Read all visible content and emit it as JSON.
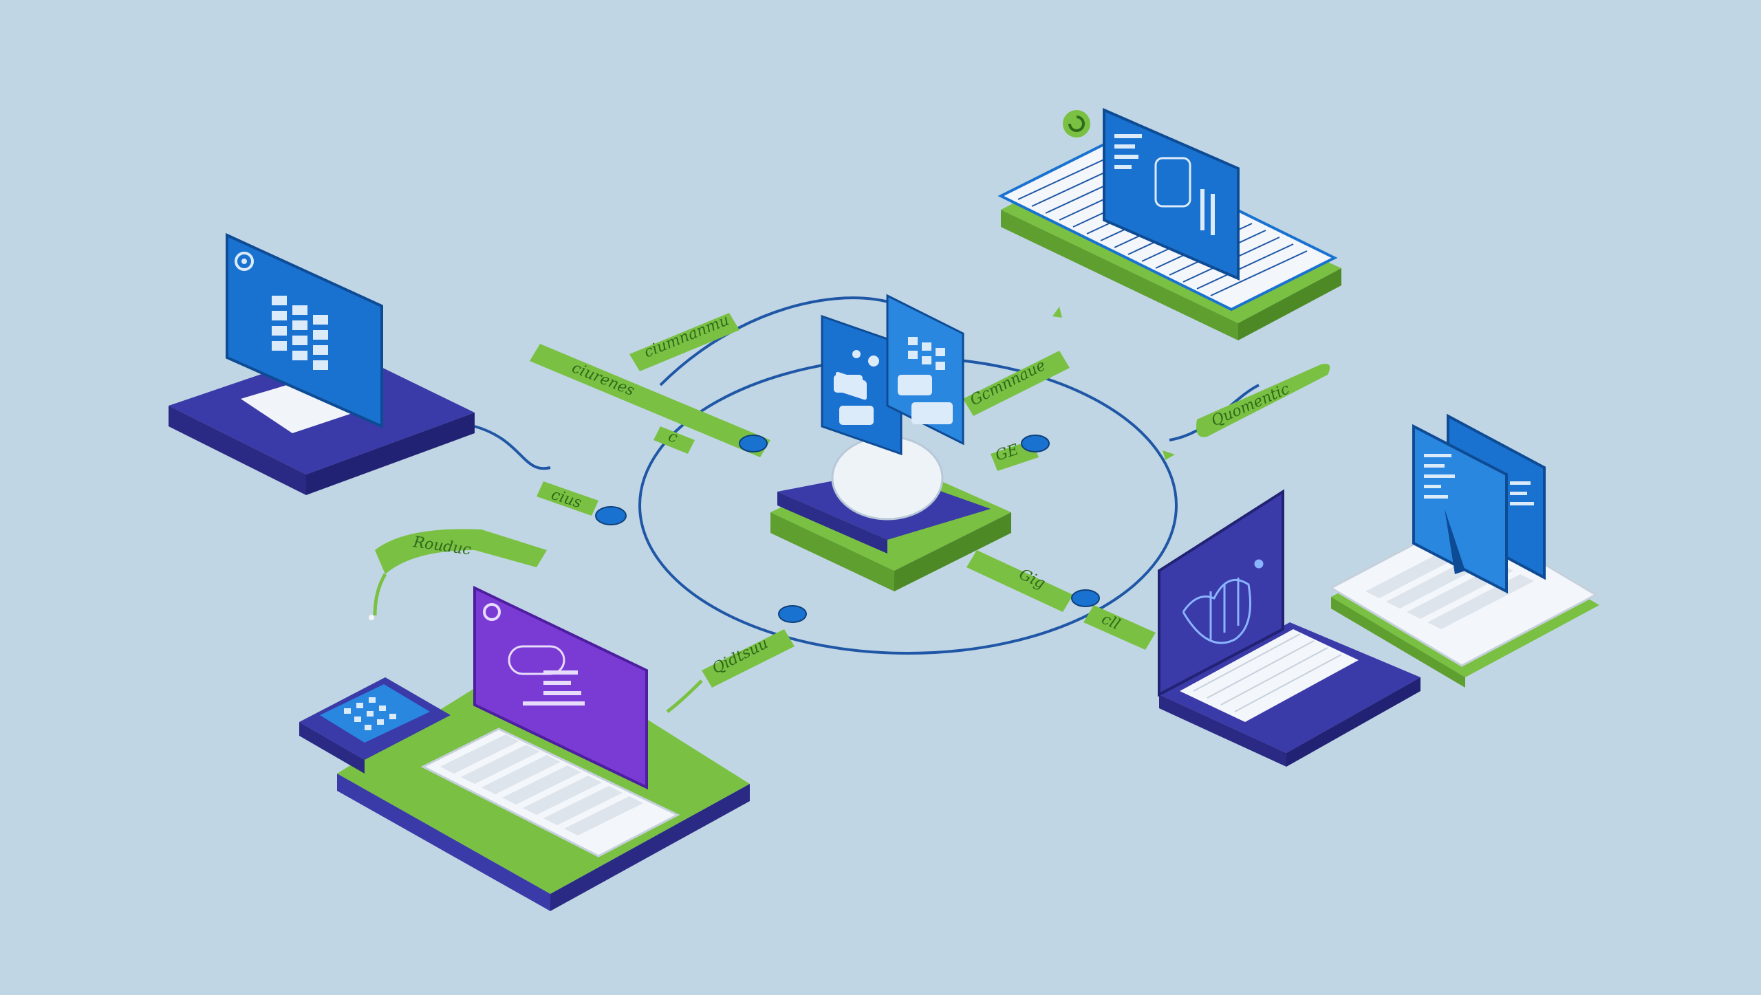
{
  "labels": {
    "ribbon_top_left": "ciumnanmu",
    "ribbon_mid_left": "ciurenes",
    "ribbon_left_small": "cius",
    "ribbon_left_tiny": "c",
    "ribbon_center_right": "Gcmnnaue",
    "ribbon_right_mid": "Quomentic",
    "ribbon_lower_center": "Qidtsuu",
    "ribbon_lower_right": "Gig",
    "ribbon_far_left": "Rouduc",
    "ribbon_small_right": "cll",
    "ribbon_hub_right": "GE"
  },
  "colors": {
    "background": "#c1d6e4",
    "green": "#7ac143",
    "blue": "#1a72d0",
    "indigo": "#3a3aa8",
    "violet": "#7a3bd4",
    "wire": "#1f57a6"
  },
  "devices": [
    {
      "kind": "desktop-monitor",
      "screen_icon": "spreadsheet-icon"
    },
    {
      "kind": "flatbed-display",
      "screen_icon": "document-icon"
    },
    {
      "kind": "central-server-hub",
      "screen_icon": "chat-icon"
    },
    {
      "kind": "tablet-with-keyboard",
      "screen_icon": "code-icon"
    },
    {
      "kind": "laptop",
      "screen_icon": "brain-circuit-icon"
    },
    {
      "kind": "dual-screen-workstation",
      "screen_icon": "document-icon"
    }
  ]
}
